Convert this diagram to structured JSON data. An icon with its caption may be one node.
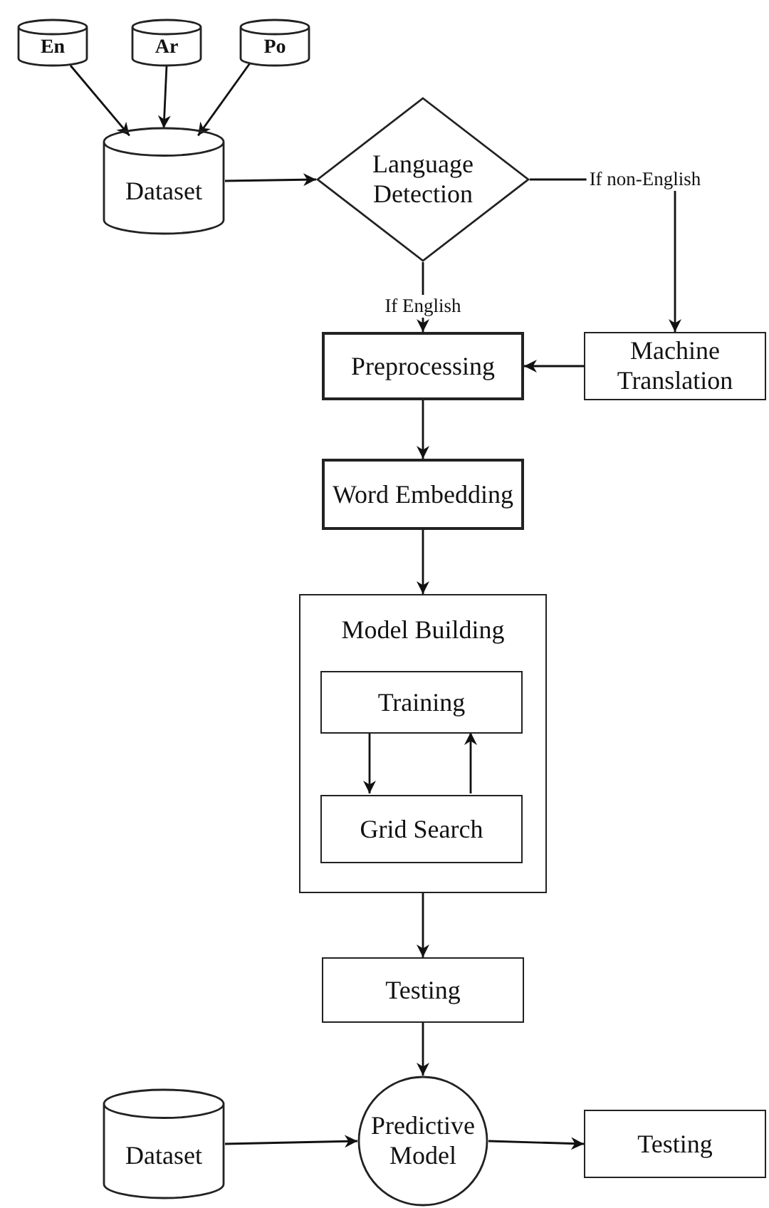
{
  "diagram": {
    "nodes": [
      {
        "text": [
          "En"
        ]
      },
      {
        "text": [
          "Ar"
        ]
      },
      {
        "text": [
          "Po"
        ]
      },
      {
        "text": [
          "Dataset"
        ]
      },
      {
        "text": [
          "Language Detection"
        ]
      },
      {
        "text": [
          "Preprocessing"
        ]
      },
      {
        "text": [
          "Machine Translation"
        ]
      },
      {
        "text": [
          "Word Embedding"
        ]
      },
      {
        "text": [
          "Model Building"
        ]
      },
      {
        "text": [
          "Training"
        ],
        "in": 8
      },
      {
        "text": [
          "Grid Search"
        ],
        "in": 8
      },
      {
        "text": [
          "Testing"
        ]
      },
      {
        "text": [
          "Dataset"
        ]
      },
      {
        "text": [
          "Predictive Model"
        ]
      },
      {
        "text": [
          "Testing"
        ]
      }
    ],
    "edges": [
      {
        "from": 0,
        "to": 3,
        "arrow": "to"
      },
      {
        "from": 1,
        "to": 3,
        "arrow": "to"
      },
      {
        "from": 2,
        "to": 3,
        "arrow": "to"
      },
      {
        "from": 3,
        "to": 4,
        "arrow": "to"
      },
      {
        "from": 4,
        "to": 6,
        "label": "If non-English",
        "arrow": "to"
      },
      {
        "from": 4,
        "to": 5,
        "label": "If English",
        "arrow": "to"
      },
      {
        "from": 6,
        "to": 5,
        "arrow": "to"
      },
      {
        "from": 5,
        "to": 7,
        "arrow": "to"
      },
      {
        "from": 7,
        "to": 8,
        "arrow": "to"
      },
      {
        "from": 9,
        "to": 10,
        "arrow": "to"
      },
      {
        "from": 10,
        "to": 9,
        "arrow": "to"
      },
      {
        "from": 8,
        "to": 11,
        "arrow": "to"
      },
      {
        "from": 11,
        "to": 13,
        "arrow": "to"
      },
      {
        "from": 12,
        "to": 13,
        "arrow": "to"
      },
      {
        "from": 13,
        "to": 14,
        "arrow": "to"
      }
    ]
  }
}
